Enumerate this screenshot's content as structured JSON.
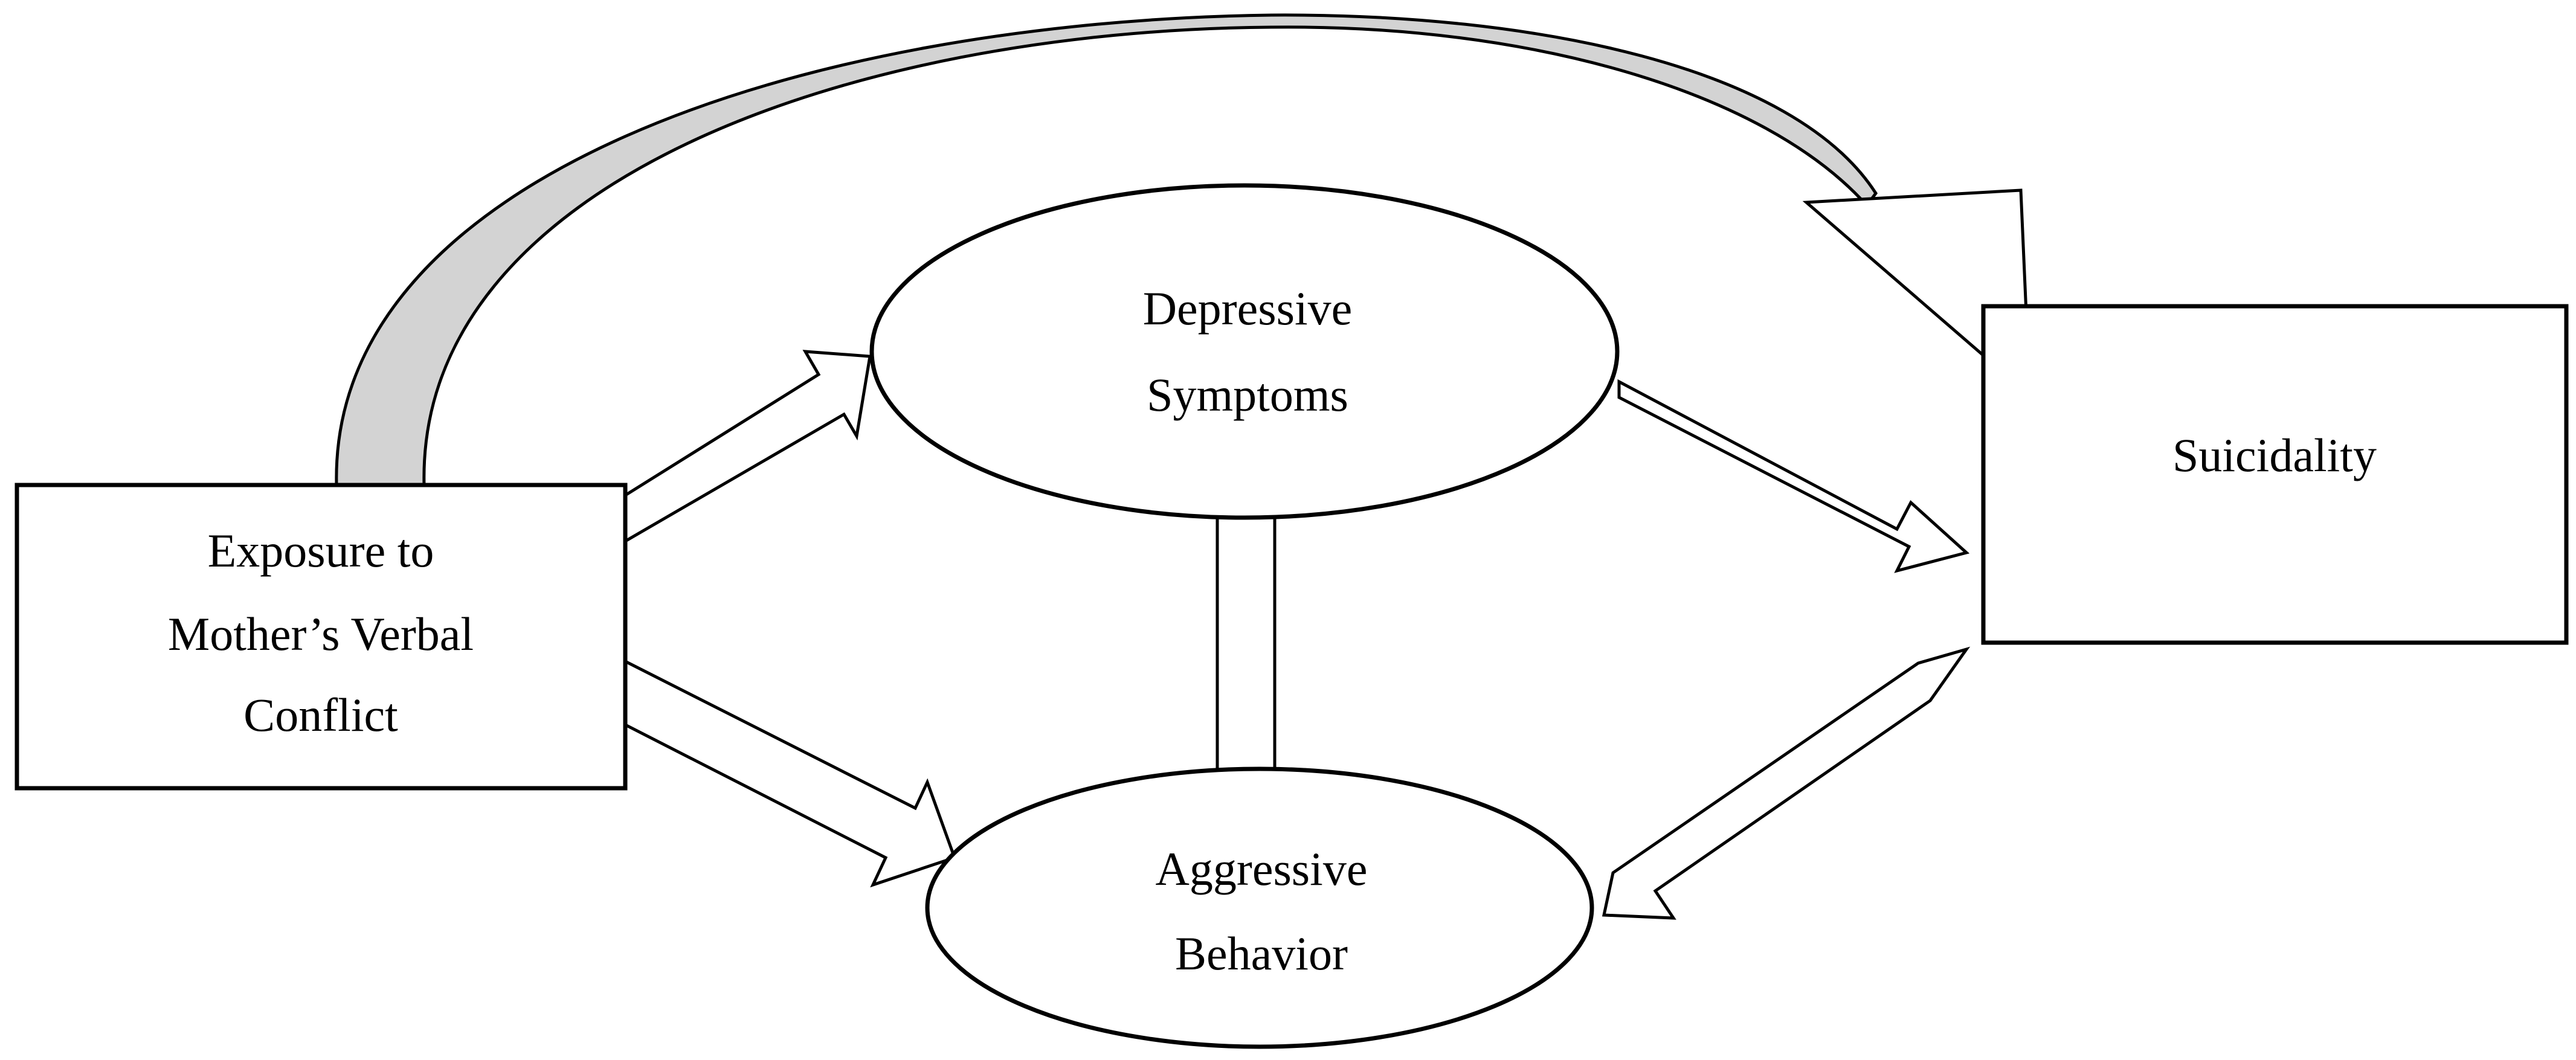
{
  "nodes": {
    "exposure": {
      "lines": [
        "Exposure to",
        "Mother’s Verbal",
        "Conflict"
      ]
    },
    "depressive": {
      "lines": [
        "Depressive",
        "Symptoms"
      ]
    },
    "aggressive": {
      "lines": [
        "Aggressive",
        "Behavior"
      ]
    },
    "suicidality": {
      "lines": [
        "Suicidality"
      ]
    }
  },
  "colors": {
    "stroke": "#000000",
    "fill": "#ffffff",
    "arc_fill": "#d3d3d3"
  }
}
